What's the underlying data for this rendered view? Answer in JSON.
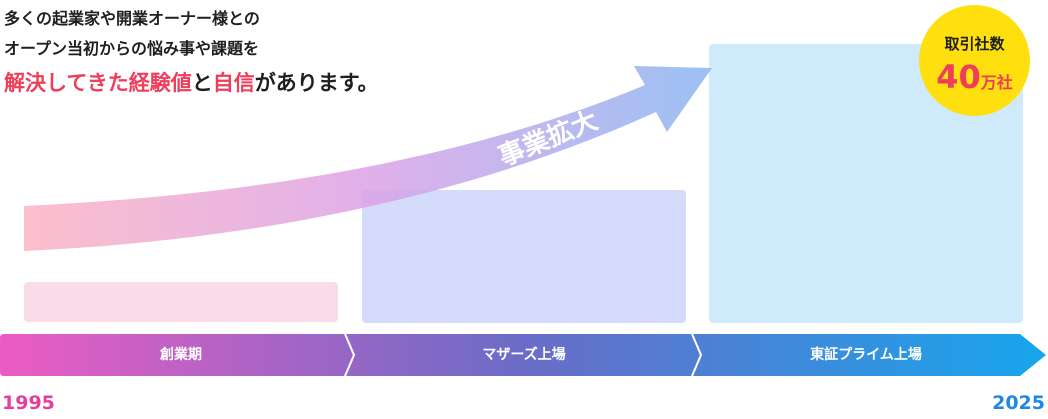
{
  "headline": {
    "line1": "多くの起業家や開業オーナー様との",
    "line2": "オープン当初からの悩み事や課題を",
    "line3": {
      "part1": "解決してきた経験値",
      "part2": "と",
      "part3": "自信",
      "part4": "があります。"
    }
  },
  "arrow_label": "事業拡大",
  "badge": {
    "label": "取引社数",
    "number": "40",
    "unit": "万社"
  },
  "stages": [
    "創業期",
    "マザーズ上場",
    "東証プライム上場"
  ],
  "years": {
    "start": "1995",
    "end": "2025"
  },
  "colors": {
    "accent_red": "#ee3e5a",
    "badge_yellow": "#ffe00e",
    "timeline_start": "#ec5cc3",
    "timeline_end": "#16a6ec",
    "year_start": "#e43f9b",
    "year_end": "#1e88e5"
  }
}
